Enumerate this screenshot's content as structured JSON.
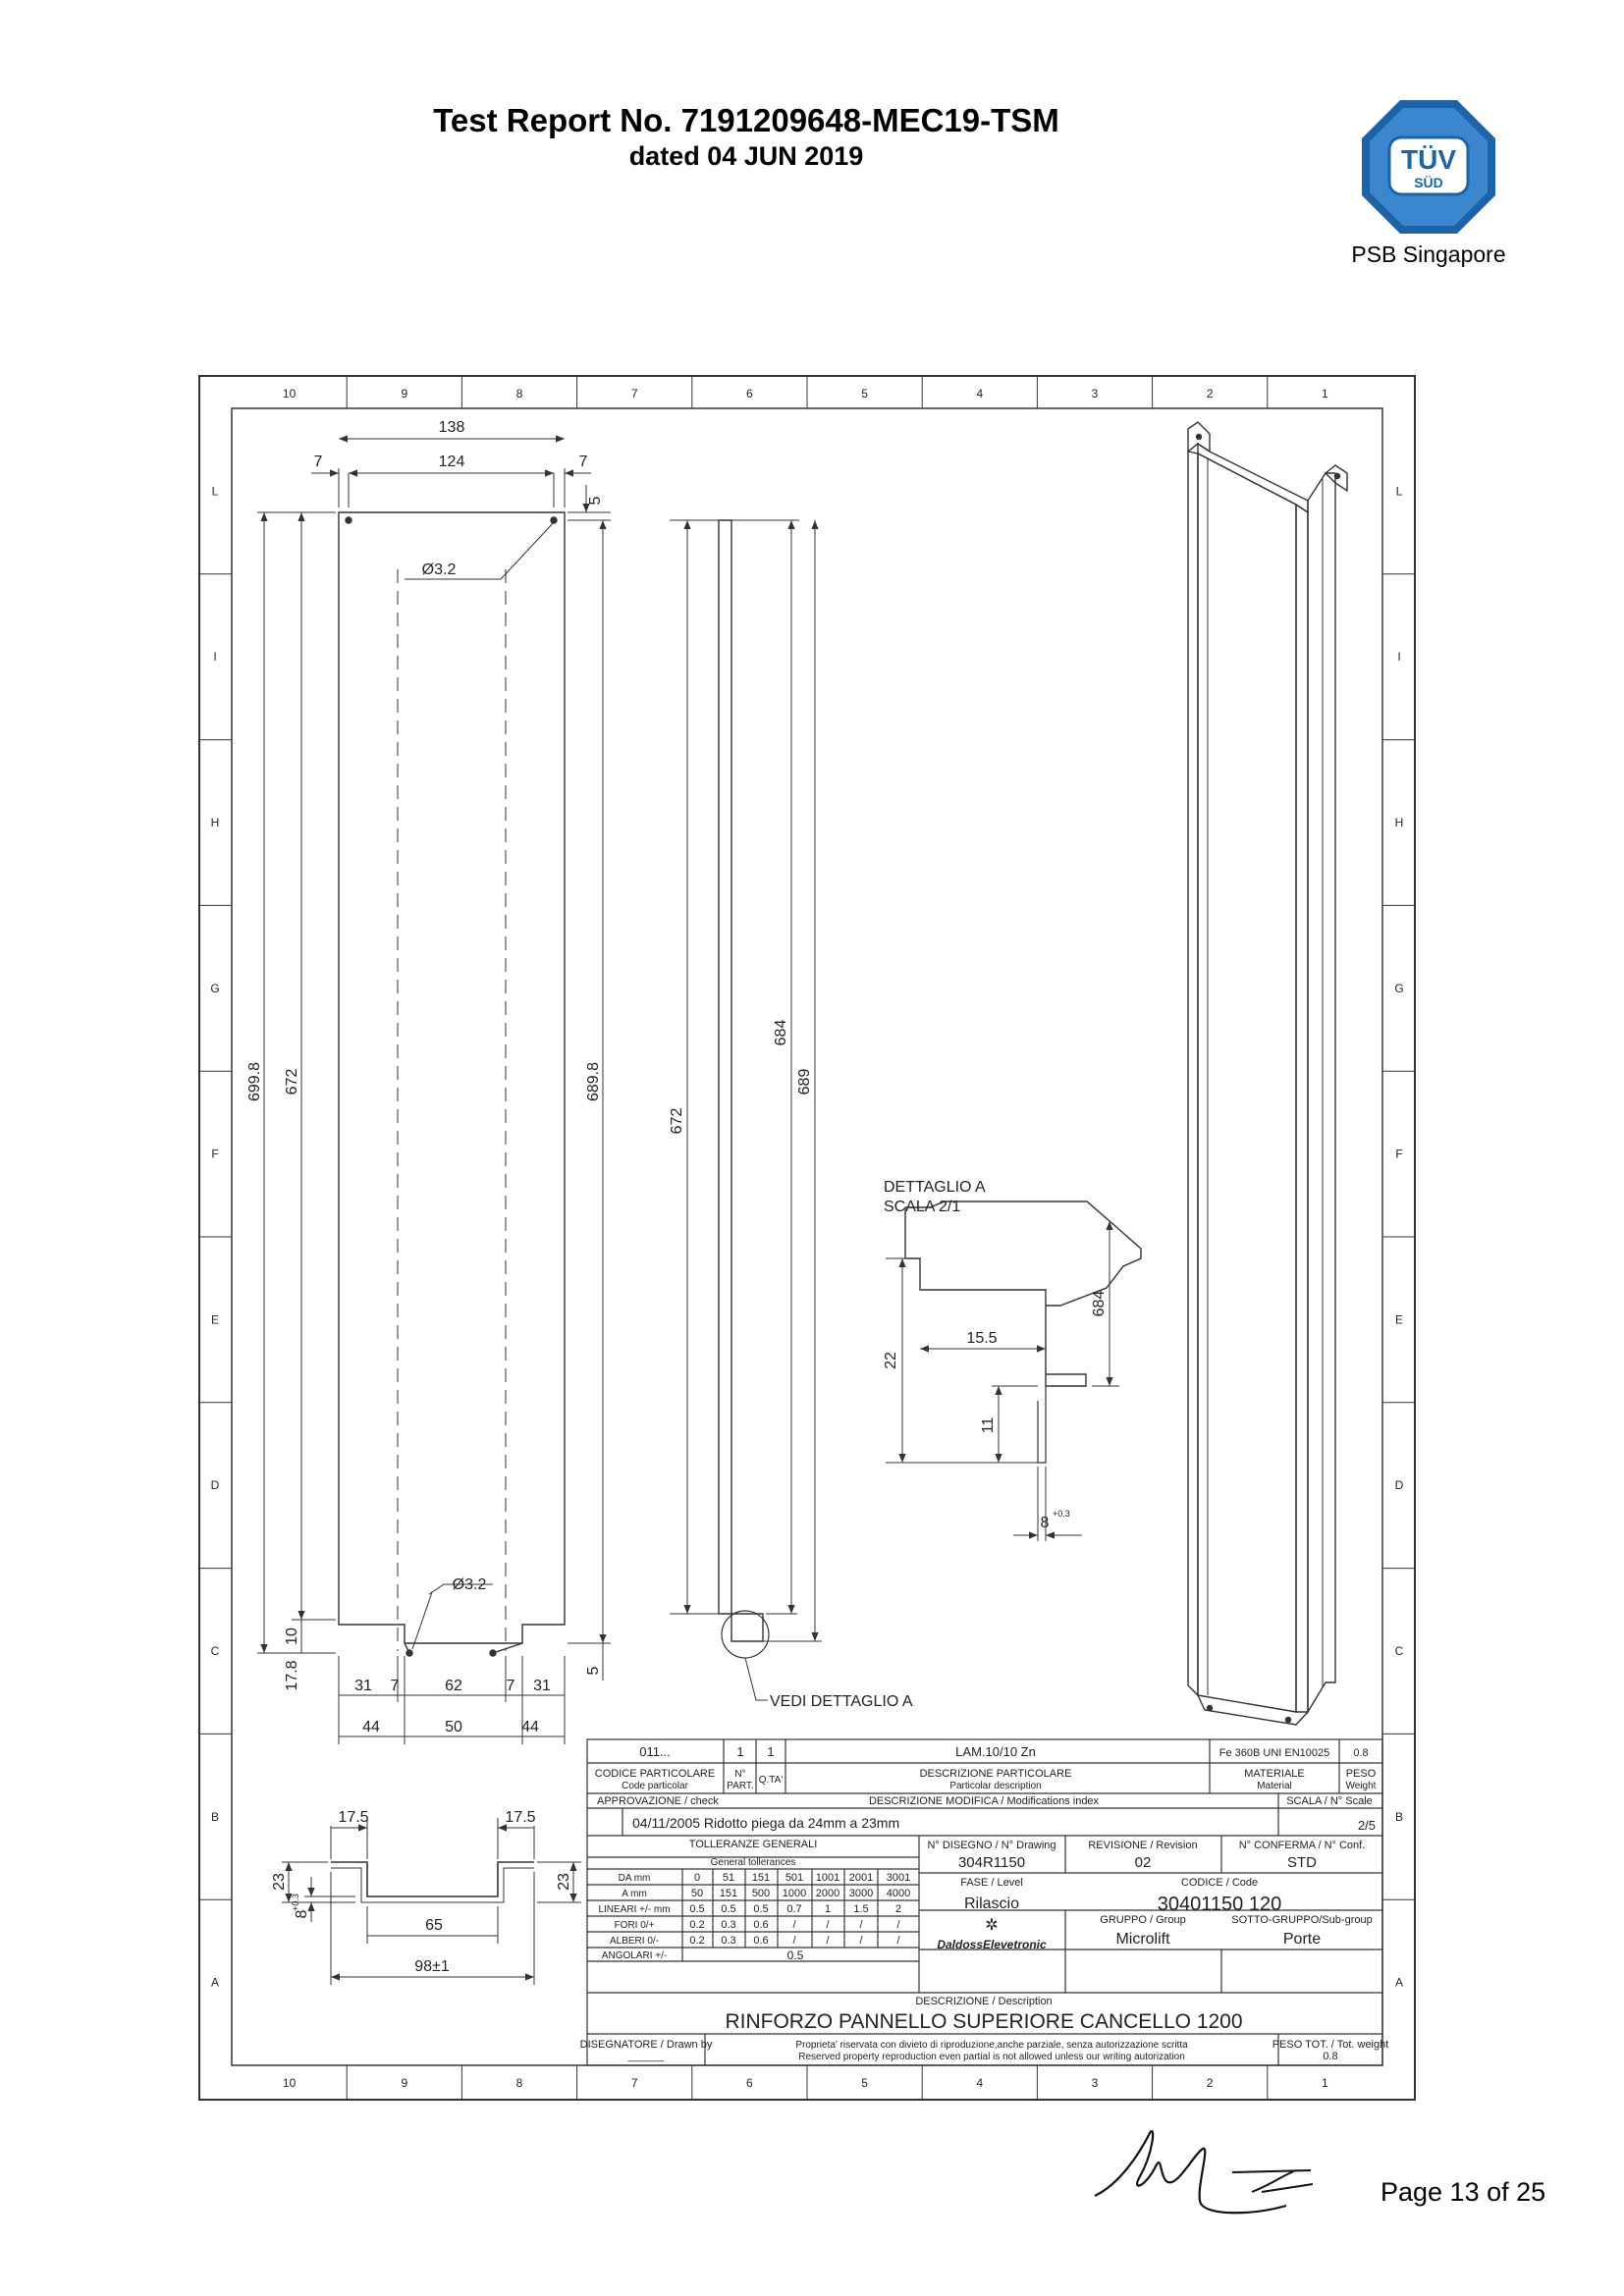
{
  "header": {
    "title": "Test Report No. 7191209648-MEC19-TSM",
    "date": "dated 04 JUN 2019",
    "logo_text": "TÜV",
    "logo_sub": "SÜD",
    "logo_caption": "PSB Singapore"
  },
  "colors": {
    "logo_blue": "#1e63a8",
    "line": "#333333"
  },
  "drawing": {
    "col_labels": [
      "10",
      "9",
      "8",
      "7",
      "6",
      "5",
      "4",
      "3",
      "2",
      "1"
    ],
    "row_labels": [
      "L",
      "I",
      "H",
      "G",
      "F",
      "E",
      "D",
      "C",
      "B",
      "A"
    ],
    "front_view": {
      "dim_138": "138",
      "dim_7_left": "7",
      "dim_124": "124",
      "dim_7_right": "7",
      "dim_5_top": "5",
      "hole_top": "Ø3.2",
      "hole_bottom": "Ø3.2",
      "dim_699_8": "699.8",
      "dim_672": "672",
      "dim_689_8": "689.8",
      "dim_10": "10",
      "dim_17_8": "17.8",
      "dim_5_bottom": "5",
      "dim_31_left": "31",
      "dim_7_b1": "7",
      "dim_62": "62",
      "dim_7_b2": "7",
      "dim_31_right": "31",
      "dim_44_left": "44",
      "dim_50": "50",
      "dim_44_right": "44"
    },
    "side_view": {
      "dim_672": "672",
      "dim_684": "684",
      "dim_689": "689",
      "callout": "VEDI DETTAGLIO A"
    },
    "detail": {
      "title": "DETTAGLIO A",
      "scale": "SCALA 2/1",
      "dim_15_5": "15.5",
      "dim_22": "22",
      "dim_11": "11",
      "dim_684": "684",
      "dim_8": "8",
      "dim_8_tol": "+0.3"
    },
    "section": {
      "dim_17_5_left": "17.5",
      "dim_17_5_right": "17.5",
      "dim_23_left": "23",
      "dim_23_right": "23",
      "dim_8": "8",
      "dim_8_tol": "+0.3",
      "dim_65": "65",
      "dim_98": "98±1"
    }
  },
  "title_block": {
    "code": "011...",
    "part_no": "1",
    "qty": "1",
    "particular": "LAM.10/10 Zn",
    "material": "Fe 360B UNI EN10025",
    "weight": "0.8",
    "lbl_code": "CODICE PARTICOLARE",
    "lbl_code_en": "Code particolar",
    "lbl_part": "N°",
    "lbl_part2": "PART.",
    "lbl_qty": "Q.TA'",
    "lbl_desc": "DESCRIZIONE PARTICOLARE",
    "lbl_desc_en": "Particolar description",
    "lbl_material": "MATERIALE",
    "lbl_material_en": "Material",
    "lbl_weight": "PESO",
    "lbl_weight_en": "Weight",
    "lbl_approval": "APPROVAZIONE / check",
    "lbl_modification": "DESCRIZIONE  MODIFICA / Modifications index",
    "lbl_scale": "SCALA  / N° Scale",
    "modification": "04/11/2005 Ridotto piega da 24mm a 23mm",
    "scale": "2/5",
    "lbl_tol": "TOLLERANZE GENERALI",
    "lbl_tol_en": "General tollerances",
    "tol_rows": [
      {
        "label": "DA mm",
        "cells": [
          "0",
          "51",
          "151",
          "501",
          "1001",
          "2001",
          "3001"
        ]
      },
      {
        "label": "A mm",
        "cells": [
          "50",
          "151",
          "500",
          "1000",
          "2000",
          "3000",
          "4000"
        ]
      },
      {
        "label": "LINEARI +/- mm",
        "cells": [
          "0.5",
          "0.5",
          "0.5",
          "0.7",
          "1",
          "1.5",
          "2"
        ]
      },
      {
        "label": "FORI 0/+",
        "cells": [
          "0.2",
          "0.3",
          "0.6",
          "/",
          "/",
          "/",
          "/"
        ]
      },
      {
        "label": "ALBERI 0/-",
        "cells": [
          "0.2",
          "0.3",
          "0.6",
          "/",
          "/",
          "/",
          "/"
        ]
      }
    ],
    "tol_angular_label": "ANGOLARI +/-",
    "tol_angular": "0.5",
    "lbl_drawing": "N° DISEGNO / N° Drawing",
    "drawing_no": "304R1150",
    "lbl_revision": "REVISIONE / Revision",
    "revision": "02",
    "lbl_conf": "N° CONFERMA / N° Conf.",
    "conf": "STD",
    "lbl_phase": "FASE / Level",
    "phase": "Rilascio",
    "lbl_codice": "CODICE / Code",
    "codice": "30401150 120",
    "lbl_group": "GRUPPO / Group",
    "group": "Microlift",
    "lbl_subgroup": "SOTTO-GRUPPO/Sub-group",
    "subgroup": "Porte",
    "company": "DaldossElevetronic",
    "lbl_description": "DESCRIZIONE / Description",
    "description": "RINFORZO PANNELLO SUPERIORE CANCELLO 1200",
    "lbl_drawn": "DISEGNATORE / Drawn by",
    "drawn_by": "______",
    "property_it": "Proprieta' riservata con divieto di riproduzione,anche parziale, senza autorizzazione scritta",
    "property_en": "Reserved property reproduction even partial is not allowed unless our writing autorization",
    "lbl_total_weight": "PESO TOT. / Tot. weight",
    "total_weight": "0.8"
  },
  "footer": {
    "page": "Page 13 of 25"
  }
}
